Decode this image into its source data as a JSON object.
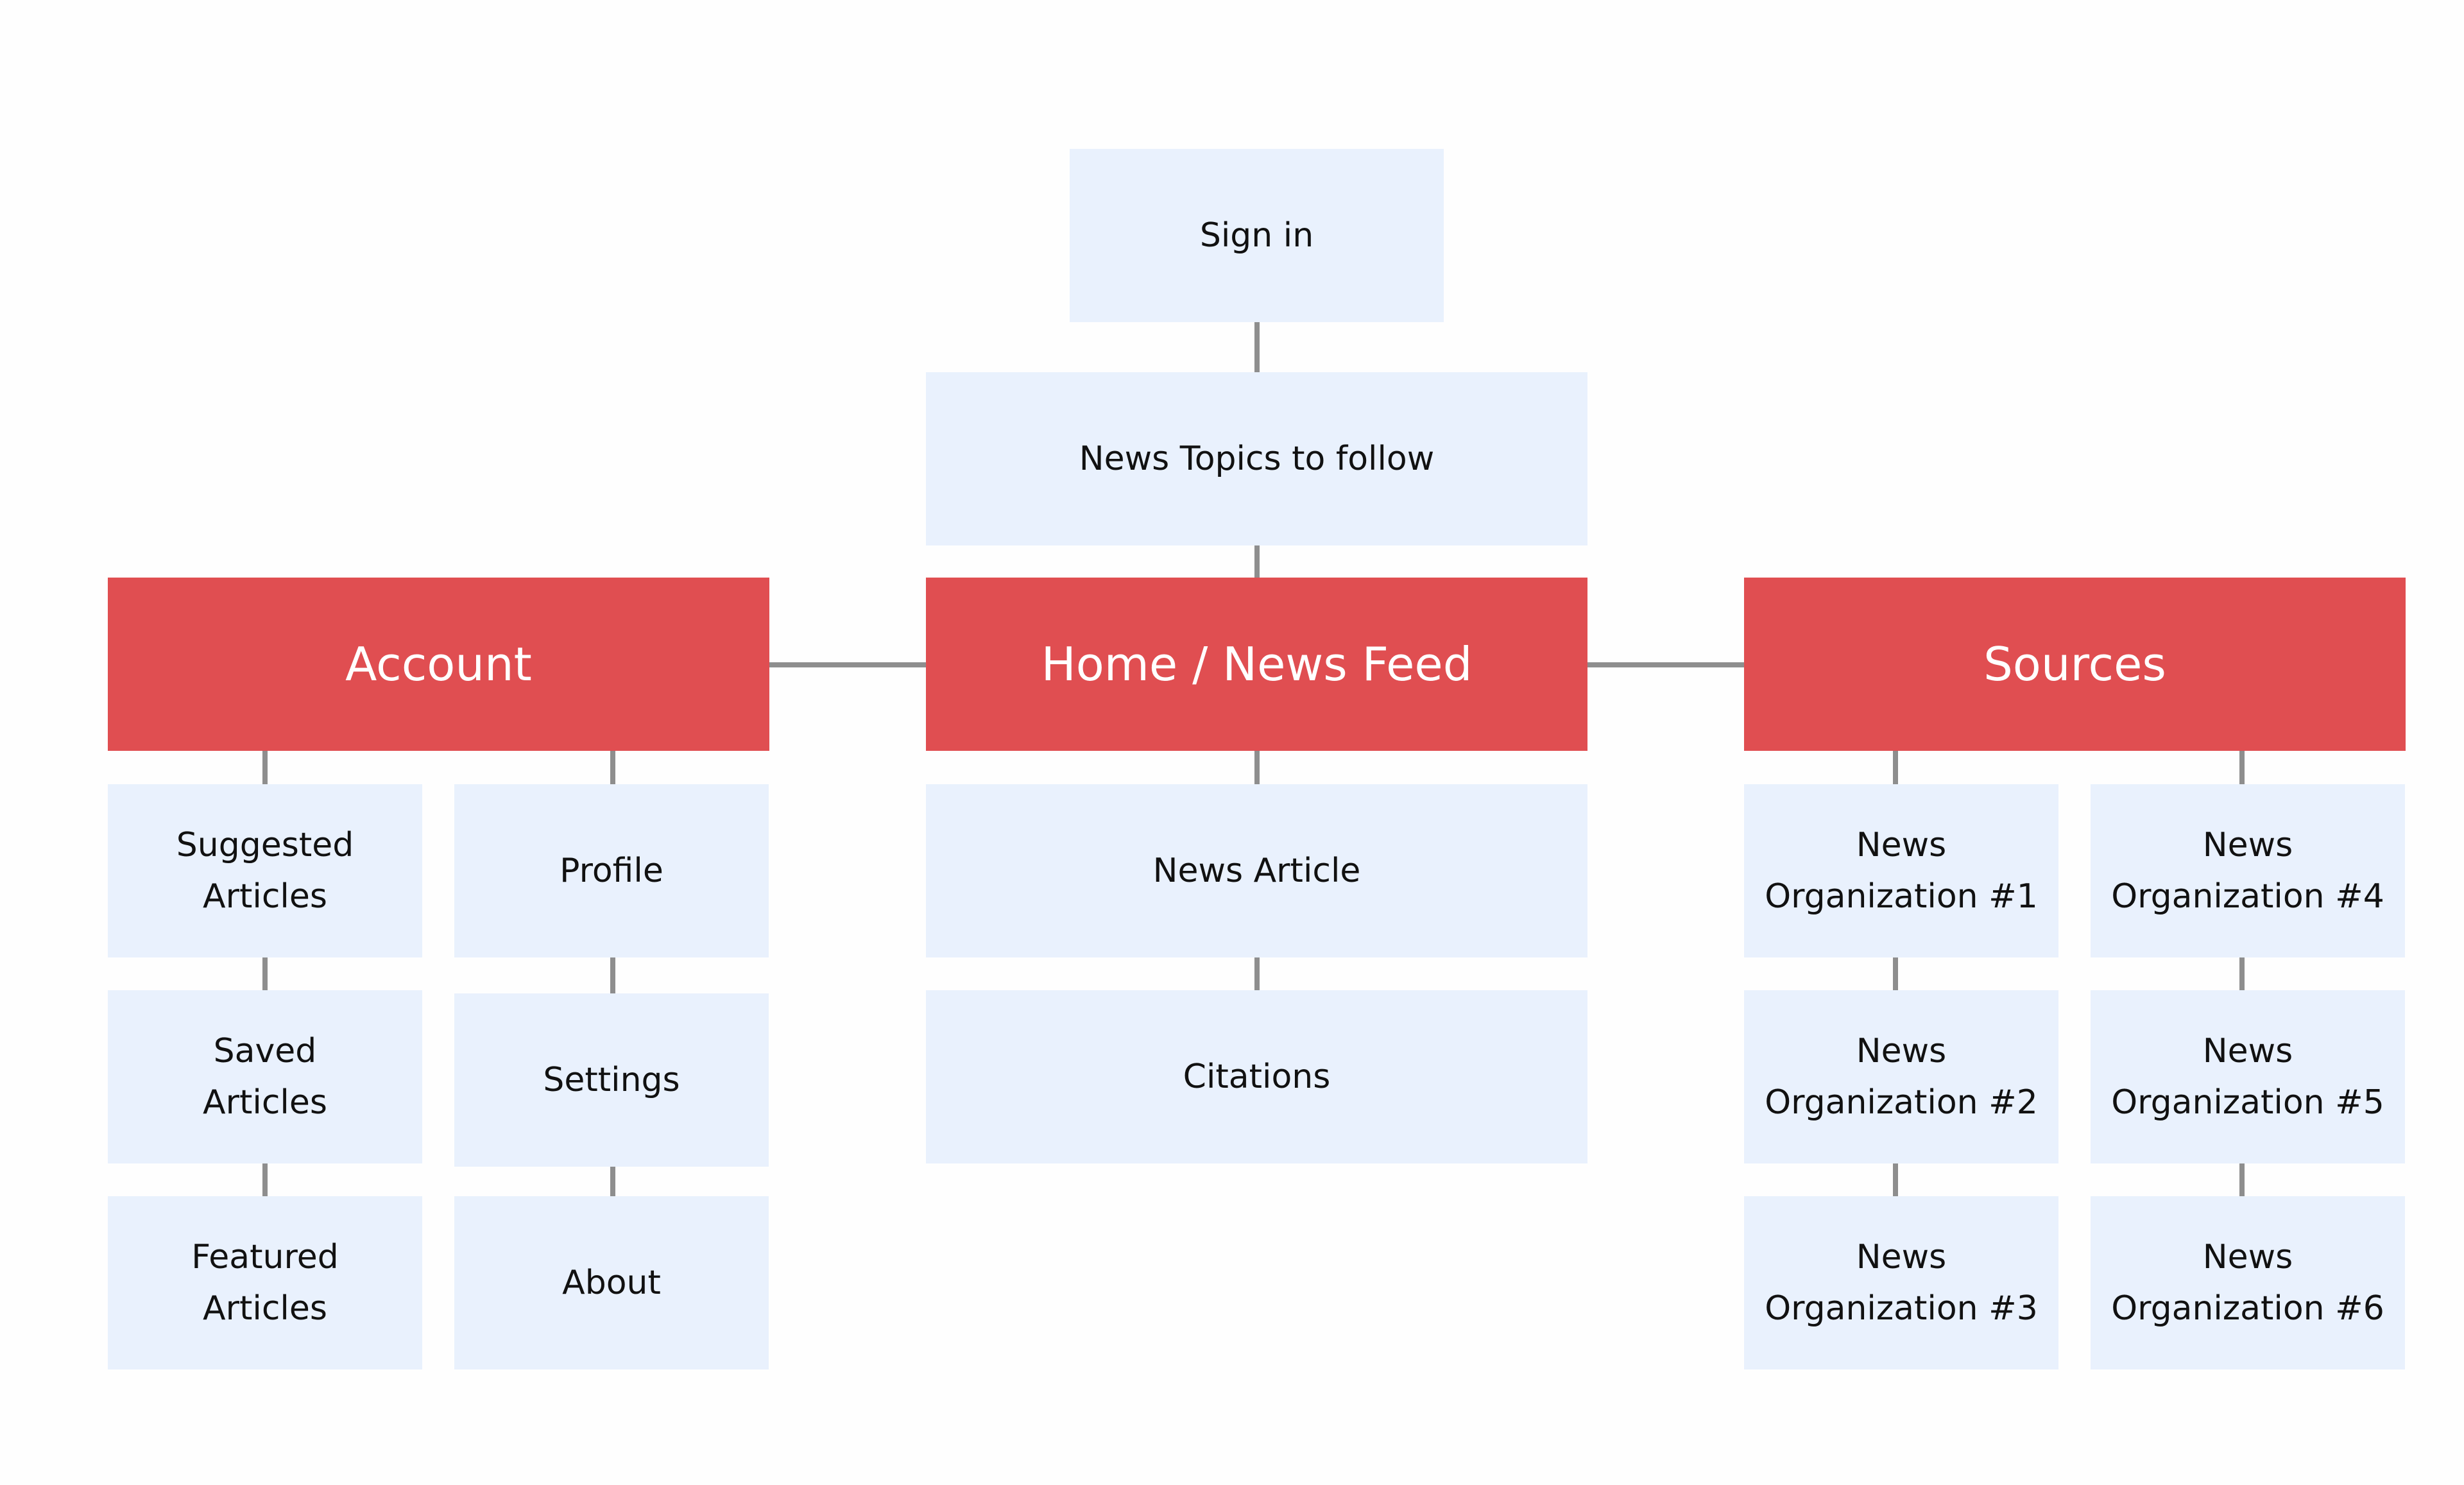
{
  "diagram": {
    "top": {
      "sign_in": "Sign in",
      "topics": "News Topics to follow"
    },
    "account": {
      "title": "Account",
      "col1": [
        "Suggested\nArticles",
        "Saved\nArticles",
        "Featured\nArticles"
      ],
      "col2": [
        "Profile",
        "Settings",
        "About"
      ]
    },
    "home": {
      "title": "Home / News Feed",
      "items": [
        "News Article",
        "Citations"
      ]
    },
    "sources": {
      "title": "Sources",
      "col1": [
        "News\nOrganization #1",
        "News\nOrganization #2",
        "News\nOrganization #3"
      ],
      "col2": [
        "News\nOrganization #4",
        "News\nOrganization #5",
        "News\nOrganization #6"
      ]
    }
  },
  "colors": {
    "primary_node": "#e04e51",
    "secondary_node": "#e9f1fd",
    "connector": "#8e8e8e",
    "background": "#fefefe"
  }
}
